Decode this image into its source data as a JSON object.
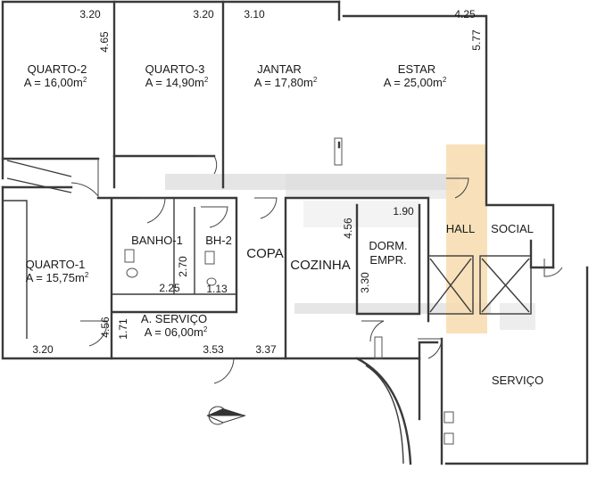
{
  "rooms": [
    {
      "id": "quarto-2",
      "name": "QUARTO-2",
      "area": "A = 16,00m",
      "sup": "2"
    },
    {
      "id": "quarto-3",
      "name": "QUARTO-3",
      "area": "A = 14,90m",
      "sup": "2"
    },
    {
      "id": "jantar",
      "name": "JANTAR",
      "area": "A = 17,80m",
      "sup": "2"
    },
    {
      "id": "estar",
      "name": "ESTAR",
      "area": "A = 25,00m",
      "sup": "2"
    },
    {
      "id": "quarto-1",
      "name": "QUARTO-1",
      "area": "A = 15,75m",
      "sup": "2"
    },
    {
      "id": "a-servico",
      "name": "A. SERVIÇO",
      "area": "A = 06,00m",
      "sup": "2"
    },
    {
      "id": "banho-1",
      "name": "BANHO-1"
    },
    {
      "id": "bh-2",
      "name": "BH-2"
    },
    {
      "id": "copa",
      "name": "COPA"
    },
    {
      "id": "cozinha",
      "name": "COZINHA"
    },
    {
      "id": "dorm",
      "name": "DORM.",
      "name2": "EMPR."
    },
    {
      "id": "hall",
      "name": "HALL"
    },
    {
      "id": "social",
      "name": "SOCIAL"
    },
    {
      "id": "servico",
      "name": "SERVIÇO"
    }
  ],
  "dimensions": [
    {
      "id": "q2-width",
      "text": "3.20"
    },
    {
      "id": "q2-depth",
      "text": "4.65"
    },
    {
      "id": "q3-width",
      "text": "3.20"
    },
    {
      "id": "jantar-width",
      "text": "3.10"
    },
    {
      "id": "estar-width",
      "text": "4.25"
    },
    {
      "id": "estar-depth",
      "text": "5.77"
    },
    {
      "id": "dorm-width",
      "text": "1.90"
    },
    {
      "id": "cozinha-depth",
      "text": "4.56"
    },
    {
      "id": "dorm-depth",
      "text": "3.30"
    },
    {
      "id": "banho-depth",
      "text": "2.70"
    },
    {
      "id": "banho-width",
      "text": "2.25"
    },
    {
      "id": "bh2-width",
      "text": "1.13"
    },
    {
      "id": "q1-depth",
      "text": "4.56"
    },
    {
      "id": "servico-depth",
      "text": "1.71"
    },
    {
      "id": "q1-width",
      "text": "3.20"
    },
    {
      "id": "servico-width",
      "text": "3.53"
    },
    {
      "id": "copa-width",
      "text": "3.37"
    }
  ],
  "colors": {
    "hall_highlight": "#f7dcae",
    "circulation": "#d6d6d6",
    "wall": "#3a3a3a"
  }
}
